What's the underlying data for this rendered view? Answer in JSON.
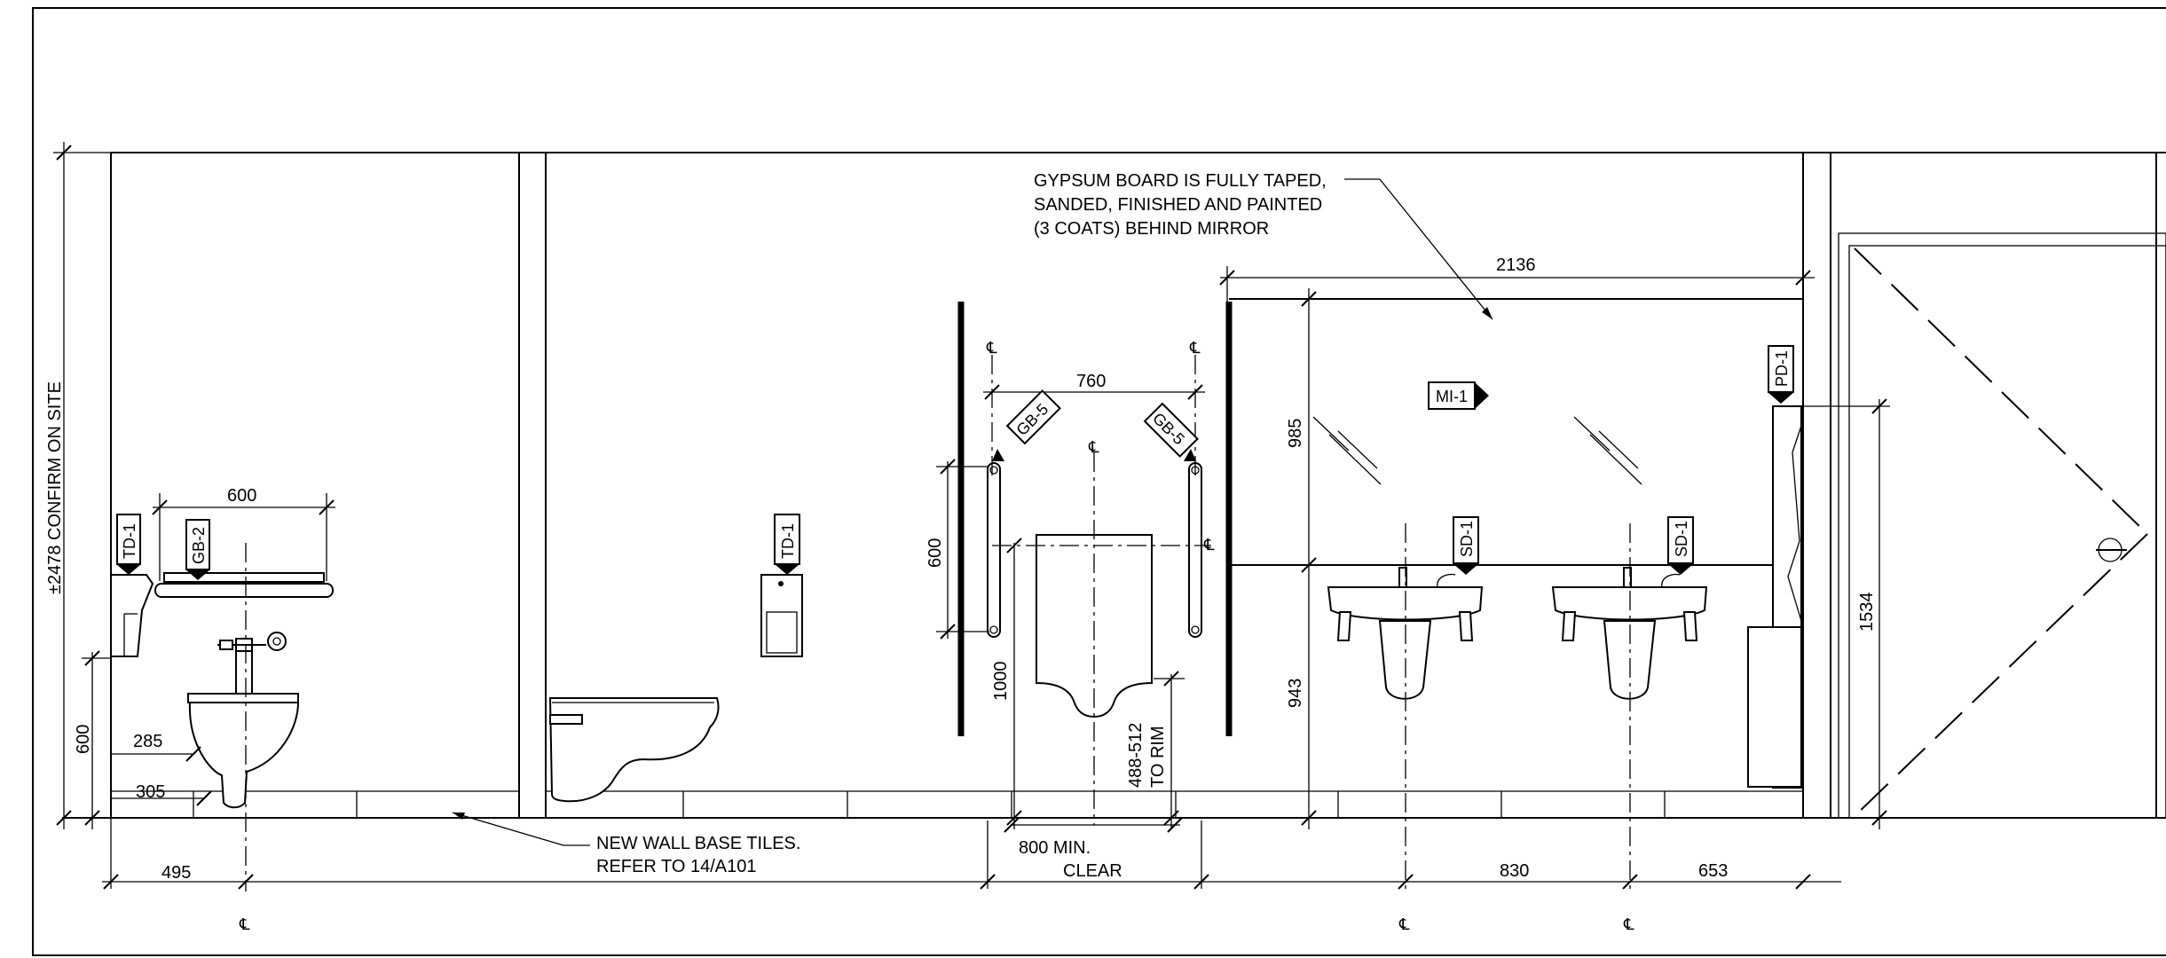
{
  "notes": {
    "gypsum": [
      "GYPSUM BOARD IS FULLY TAPED,",
      "SANDED, FINISHED AND PAINTED",
      "(3 COATS) BEHIND MIRROR"
    ],
    "wall_base": [
      "NEW WALL BASE TILES.",
      "REFER TO 14/A101"
    ],
    "clear": [
      "800 MIN.",
      "CLEAR"
    ],
    "rim": [
      "488-512",
      "TO RIM"
    ]
  },
  "dimensions": {
    "overall_height": "±2478 CONFIRM ON SITE",
    "d600_left": "600",
    "d600_grab": "600",
    "d285": "285",
    "d305": "305",
    "d495": "495",
    "d760": "760",
    "d600_vertical": "600",
    "d1000": "1000",
    "d2136": "2136",
    "d985": "985",
    "d943": "943",
    "d830": "830",
    "d653": "653",
    "d1534": "1534"
  },
  "tags": {
    "td1_left": "TD-1",
    "gb2": "GB-2",
    "td1_mid": "TD-1",
    "gb5_left": "GB-5",
    "gb5_right": "GB-5",
    "mi1": "MI-1",
    "sd1_left": "SD-1",
    "sd1_right": "SD-1",
    "pd1": "PD-1"
  },
  "centerline_symbol": "℄"
}
